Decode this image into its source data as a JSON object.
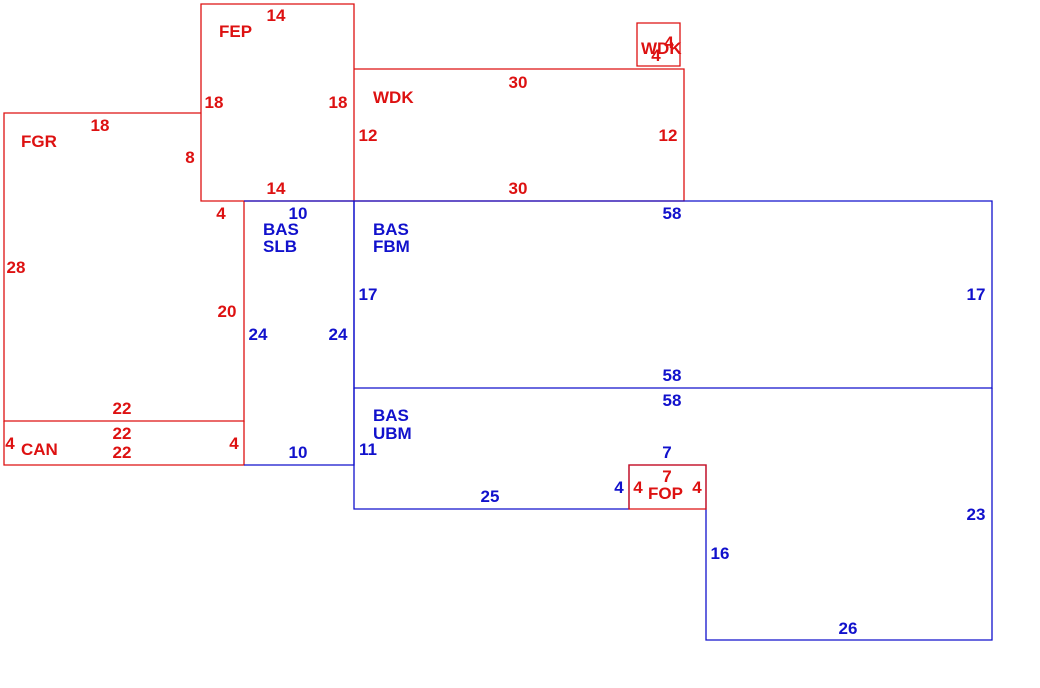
{
  "colors": {
    "red": "#dd1111",
    "blue": "#1111cc"
  },
  "areas": [
    {
      "id": "fep",
      "color": "red",
      "names": [
        "FEP"
      ],
      "dims": [
        "14",
        "18",
        "18",
        "14"
      ]
    },
    {
      "id": "wdk-small",
      "color": "red",
      "names": [
        "WDK"
      ],
      "dims": [
        "4",
        "4"
      ]
    },
    {
      "id": "wdk",
      "color": "red",
      "names": [
        "WDK"
      ],
      "dims": [
        "30",
        "12",
        "12",
        "30"
      ]
    },
    {
      "id": "fgr",
      "color": "red",
      "names": [
        "FGR"
      ],
      "dims": [
        "18",
        "8",
        "4",
        "28",
        "20",
        "22"
      ]
    },
    {
      "id": "can",
      "color": "red",
      "names": [
        "CAN"
      ],
      "dims": [
        "22",
        "4",
        "4",
        "22"
      ]
    },
    {
      "id": "bas-slb",
      "color": "blue",
      "names": [
        "BAS",
        "SLB"
      ],
      "dims": [
        "10",
        "24",
        "24",
        "10"
      ]
    },
    {
      "id": "bas-fbm",
      "color": "blue",
      "names": [
        "BAS",
        "FBM"
      ],
      "dims": [
        "58",
        "17",
        "17",
        "58"
      ]
    },
    {
      "id": "bas-ubm",
      "color": "blue",
      "names": [
        "BAS",
        "UBM"
      ],
      "dims": [
        "58",
        "11",
        "7",
        "4",
        "25",
        "16",
        "23",
        "26"
      ]
    },
    {
      "id": "fop",
      "color": "red",
      "names": [
        "FOP"
      ],
      "dims": [
        "7",
        "4",
        "4"
      ]
    }
  ]
}
